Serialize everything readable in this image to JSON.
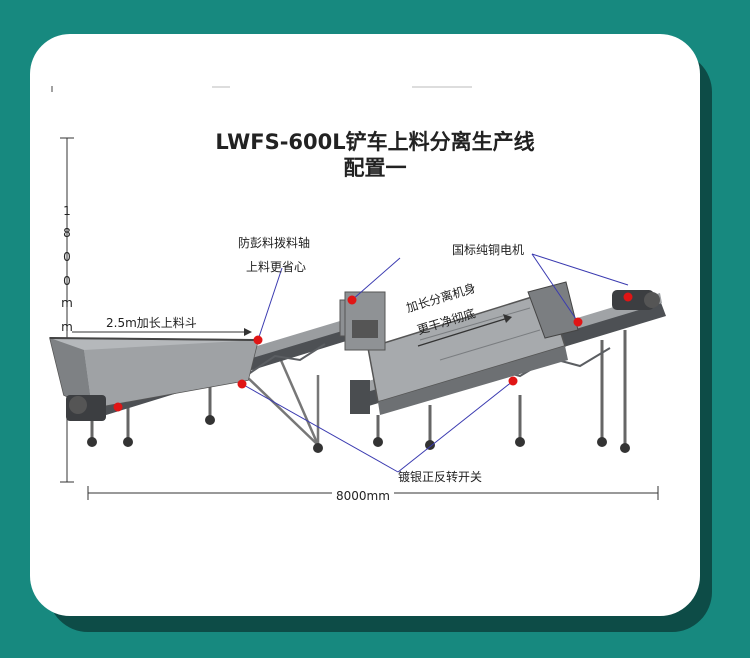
{
  "colors": {
    "background": "#17897f",
    "card": "#ffffff",
    "machine": "#8a8d90",
    "highlight": "#e01515",
    "callout_line": "#3a3ab0"
  },
  "title_line1": "LWFS-600L铲车上料分离生产线",
  "title_line2": "配置一",
  "labels": {
    "anti_jam_line1": "防彭料拨料轴",
    "anti_jam_line2": "上料更省心",
    "motor": "国标纯铜电机",
    "hopper": "2.5m加长上料斗",
    "body_line1": "加长分离机身",
    "body_line2": "更干净彻底",
    "switch": "镀银正反转开关"
  },
  "dimensions": {
    "height_chars": [
      "1",
      "8",
      "0",
      "0",
      "m",
      "m"
    ],
    "length": "8000mm"
  }
}
